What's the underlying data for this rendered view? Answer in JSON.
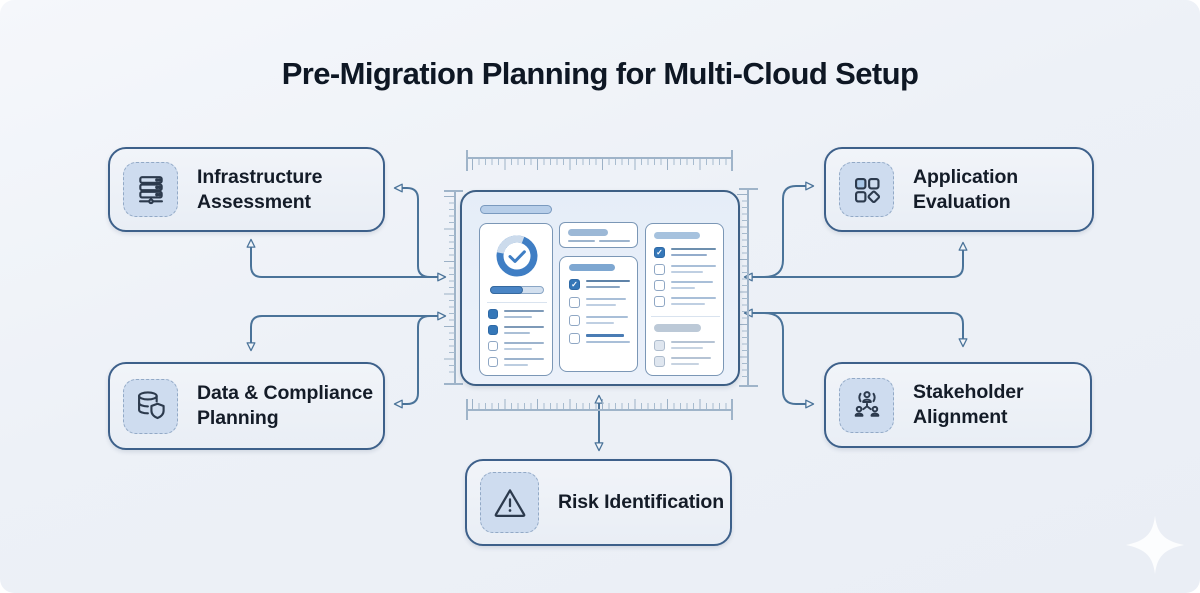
{
  "title": "Pre-Migration Planning for Multi-Cloud Setup",
  "nodes": {
    "infrastructure": {
      "label": "Infrastructure Assessment",
      "icon": "server-stack-icon"
    },
    "application": {
      "label": "Application Evaluation",
      "icon": "app-modules-icon"
    },
    "data_compliance": {
      "label": "Data & Compliance Planning",
      "icon": "database-shield-icon"
    },
    "stakeholder": {
      "label": "Stakeholder Alignment",
      "icon": "org-chart-people-icon"
    },
    "risk": {
      "label": "Risk Identification",
      "icon": "warning-triangle-icon"
    }
  },
  "center_illustration": {
    "type": "planning-dashboard-checklist",
    "elements": [
      "progress-donut-with-checkmark",
      "progress-bar",
      "checklist-columns",
      "measurement-rulers",
      "bidirectional-arrows"
    ]
  },
  "colors": {
    "background": "#edf1f7",
    "node_fill": "#eef2f8",
    "node_border": "#3d608a",
    "icon_tile_fill": "#cedcef",
    "icon_tile_border": "#92a9c6",
    "icon_stroke": "#2c3a4d",
    "accent_blue": "#3577b8",
    "connector": "#4a7399",
    "ruler": "#a2b6ca",
    "text": "#141c28"
  }
}
